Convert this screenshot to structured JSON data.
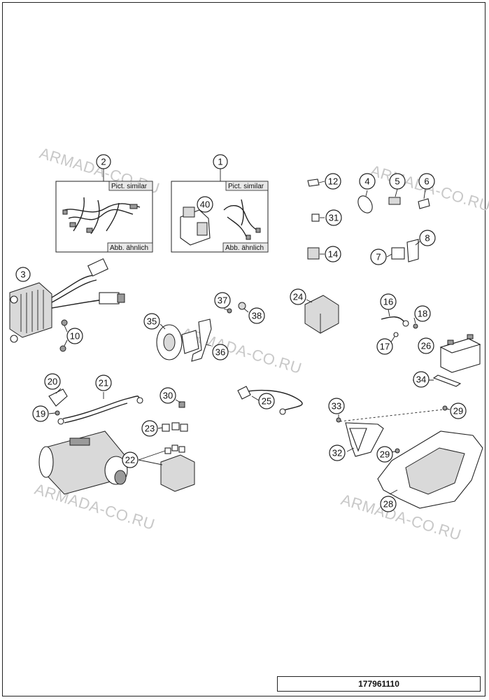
{
  "diagram": {
    "callouts": {
      "c1": "1",
      "c2": "2",
      "c3": "3",
      "c4": "4",
      "c5": "5",
      "c6": "6",
      "c7": "7",
      "c8": "8",
      "c10": "10",
      "c12": "12",
      "c14": "14",
      "c16": "16",
      "c17": "17",
      "c18": "18",
      "c19": "19",
      "c20": "20",
      "c21": "21",
      "c22": "22",
      "c23": "23",
      "c24": "24",
      "c25": "25",
      "c26": "26",
      "c28": "28",
      "c29a": "29",
      "c29b": "29",
      "c30": "30",
      "c31": "31",
      "c32": "32",
      "c33": "33",
      "c34": "34",
      "c35": "35",
      "c36": "36",
      "c37": "37",
      "c38": "38",
      "c40": "40"
    },
    "inset_labels": {
      "pict_similar": "Pict. similar",
      "abb_aehnlich": "Abb. ähnlich"
    },
    "watermark": "ARMADA-CO.RU",
    "doc_number": "177961110"
  }
}
